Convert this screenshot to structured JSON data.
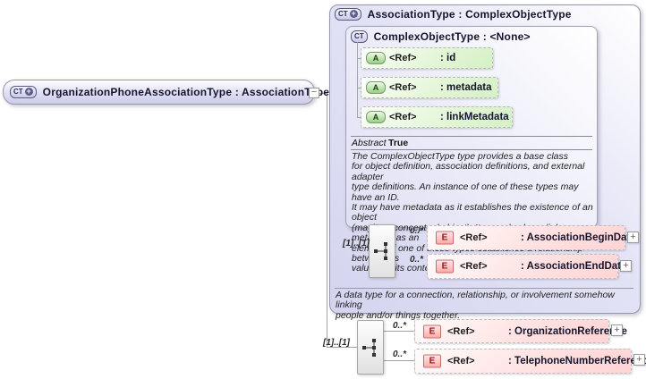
{
  "icons": {
    "complex_type": "CT",
    "attribute": "A",
    "element": "E",
    "plus": "+",
    "minus": "−",
    "expand": "+"
  },
  "colors": {
    "node_fill": "#d4d4ef",
    "attribute_fill": "#d5f0c6",
    "element_fill": "#ffd4d4",
    "line": "#a3a3af"
  },
  "root": {
    "label": "OrganizationPhoneAssociationType : AssociationType"
  },
  "type_box": {
    "title": "AssociationType : ComplexObjectType",
    "base": {
      "title": "ComplexObjectType : <None>",
      "attributes": [
        {
          "ref": "<Ref>",
          "name": ": id"
        },
        {
          "ref": "<Ref>",
          "name": ": metadata"
        },
        {
          "ref": "<Ref>",
          "name": ": linkMetadata"
        }
      ],
      "abstract_label": "Abstract",
      "abstract_value": "True",
      "doc": "The ComplexObjectType type provides a base class\nfor object definition, association definitions, and external adapter\ntype definitions. An instance of one of these types may have an ID.\nIt may have metadata as it establishes the existence of an object\n(maybe a conceptual object). It may also have link metadata, as an\nelement of one of these types establishes a relationship between its\nvalue and its context."
    },
    "sequence": {
      "cardinality": "[1]..[1]",
      "elements": [
        {
          "occurs": "0..*",
          "ref": "<Ref>",
          "name": ": AssociationBeginDate"
        },
        {
          "occurs": "0..*",
          "ref": "<Ref>",
          "name": ": AssociationEndDate"
        }
      ]
    },
    "doc": "A data type for a connection, relationship, or involvement somehow linking\npeople and/or things together."
  },
  "content": {
    "cardinality": "[1]..[1]",
    "elements": [
      {
        "occurs": "0..*",
        "ref": "<Ref>",
        "name": ": OrganizationReference"
      },
      {
        "occurs": "0..*",
        "ref": "<Ref>",
        "name": ": TelephoneNumberReference"
      }
    ]
  }
}
